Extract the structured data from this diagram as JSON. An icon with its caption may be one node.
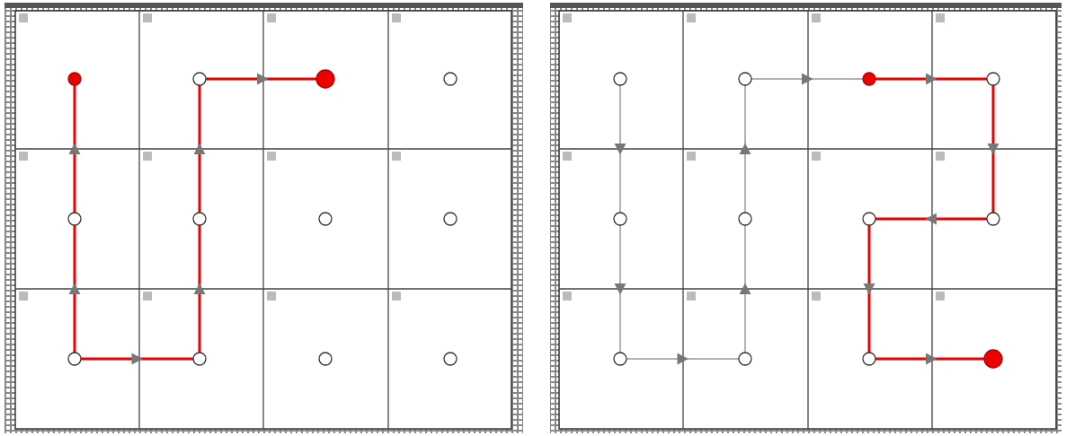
{
  "diagram": {
    "nodes": [
      {
        "text": [],
        "shape": "circle"
      },
      {
        "text": [],
        "shape": "circle"
      },
      {
        "text": [],
        "shape": "circle"
      },
      {
        "text": [],
        "shape": "circle"
      },
      {
        "text": [],
        "shape": "circle"
      },
      {
        "text": [],
        "shape": "circle"
      },
      {
        "text": [],
        "shape": "circle"
      },
      {
        "text": [],
        "shape": "circle"
      },
      {
        "text": [],
        "shape": "circle"
      },
      {
        "text": [],
        "shape": "circle"
      },
      {
        "text": [],
        "shape": "circle"
      },
      {
        "text": [],
        "shape": "circle"
      },
      {
        "text": [],
        "shape": "circle"
      },
      {
        "text": [],
        "shape": "circle"
      },
      {
        "text": [],
        "shape": "circle"
      },
      {
        "text": [],
        "shape": "circle"
      },
      {
        "text": [],
        "shape": "circle"
      },
      {
        "text": [],
        "shape": "circle"
      },
      {
        "text": [],
        "shape": "circle"
      },
      {
        "text": [],
        "shape": "circle"
      },
      {
        "text": [],
        "shape": "circle"
      },
      {
        "text": [],
        "shape": "circle"
      },
      {
        "text": [],
        "shape": "circle"
      },
      {
        "text": [],
        "shape": "circle"
      }
    ],
    "edges": [
      {
        "from": 4,
        "to": 0,
        "arrow": "to"
      },
      {
        "from": 8,
        "to": 4,
        "arrow": "to"
      },
      {
        "from": 8,
        "to": 9,
        "arrow": "to"
      },
      {
        "from": 9,
        "to": 5,
        "arrow": "to"
      },
      {
        "from": 5,
        "to": 1,
        "arrow": "to"
      },
      {
        "from": 1,
        "to": 2,
        "arrow": "to"
      },
      {
        "from": 12,
        "to": 16,
        "arrow": "to",
        "color": "#999999"
      },
      {
        "from": 16,
        "to": 20,
        "arrow": "to",
        "color": "#999999"
      },
      {
        "from": 20,
        "to": 21,
        "arrow": "to",
        "color": "#999999"
      },
      {
        "from": 21,
        "to": 17,
        "arrow": "to",
        "color": "#999999"
      },
      {
        "from": 17,
        "to": 13,
        "arrow": "to",
        "color": "#999999"
      },
      {
        "from": 13,
        "to": 14,
        "arrow": "to",
        "color": "#999999"
      },
      {
        "from": 14,
        "to": 15,
        "arrow": "to"
      },
      {
        "from": 15,
        "to": 19,
        "arrow": "to"
      },
      {
        "from": 19,
        "to": 18,
        "arrow": "to"
      },
      {
        "from": 18,
        "to": 22,
        "arrow": "to"
      },
      {
        "from": 22,
        "to": 23,
        "arrow": "to"
      }
    ]
  }
}
